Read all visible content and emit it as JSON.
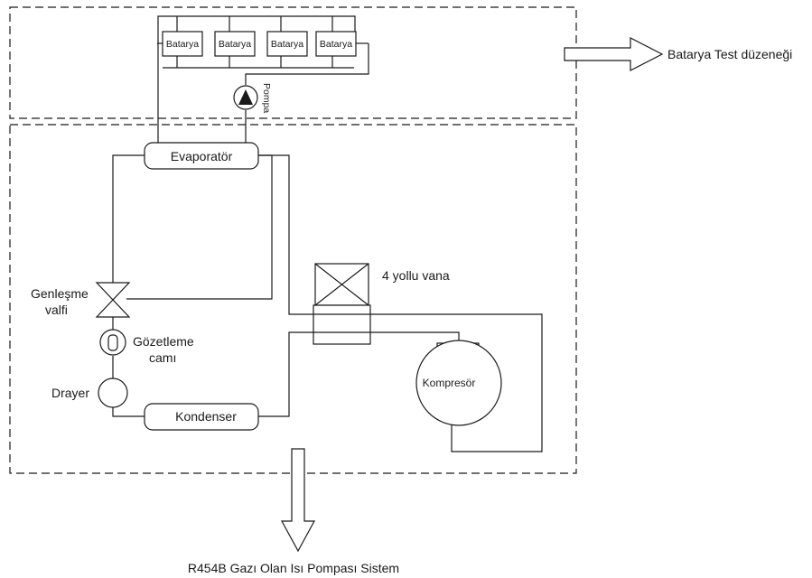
{
  "diagram": {
    "batteries": [
      {
        "label": "Batarya"
      },
      {
        "label": "Batarya"
      },
      {
        "label": "Batarya"
      },
      {
        "label": "Batarya"
      }
    ],
    "pump_label": "Pompa",
    "battery_test_label": "Batarya Test düzeneği",
    "evaporator_label": "Evaporatör",
    "expansion_valve_label_line1": "Genleşme",
    "expansion_valve_label_line2": "valfi",
    "sight_glass_label_line1": "Gözetleme",
    "sight_glass_label_line2": "camı",
    "dryer_label": "Drayer",
    "condenser_label": "Kondenser",
    "four_way_valve_label": "4 yollu vana",
    "compressor_label": "Kompresör",
    "system_label": "R454B Gazı Olan Isı Pompası Sistem"
  }
}
